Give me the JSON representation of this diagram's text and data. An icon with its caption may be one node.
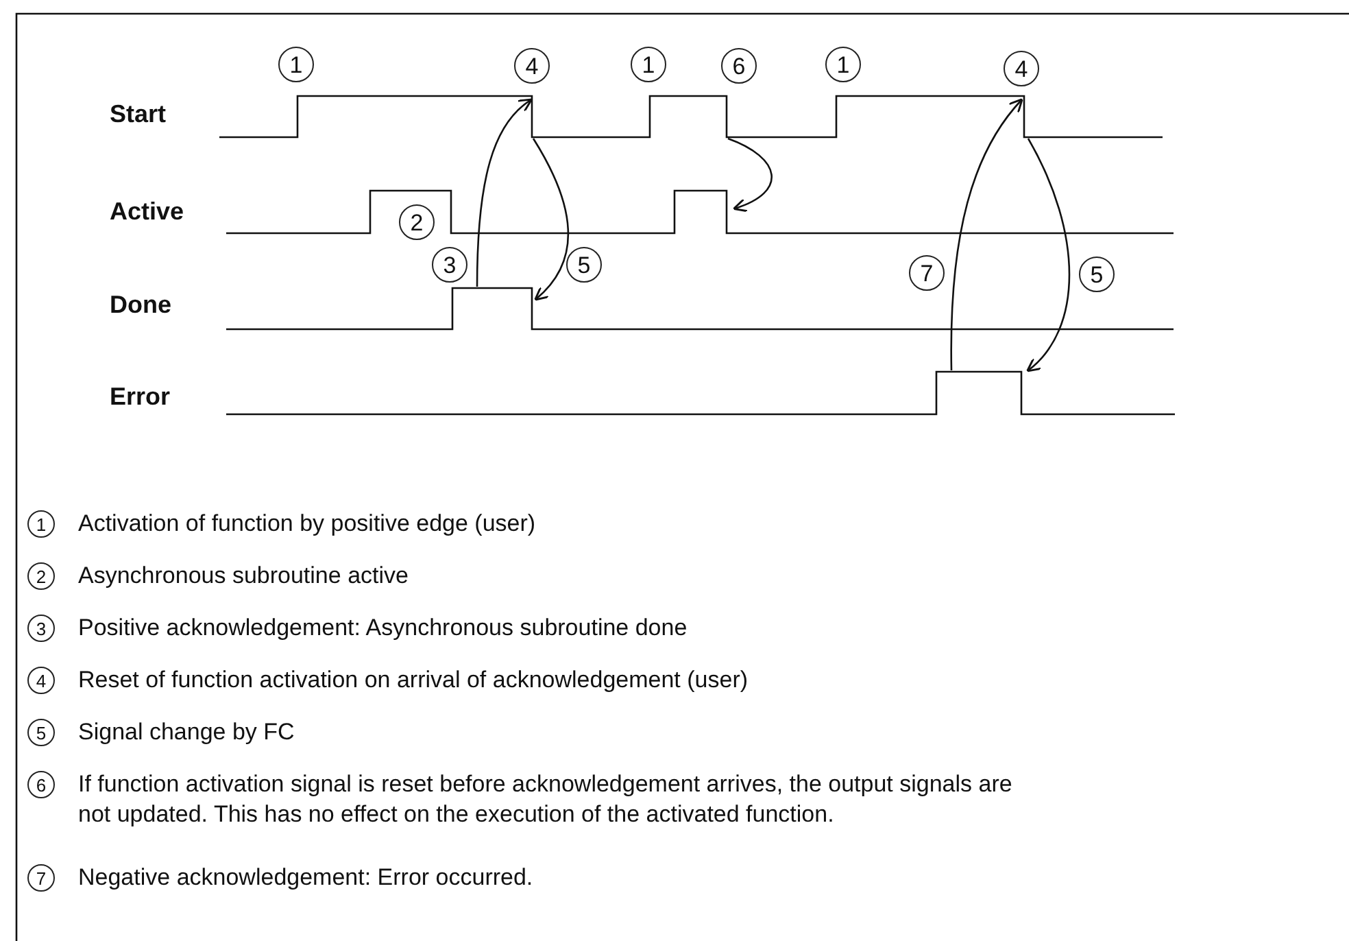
{
  "diagram": {
    "labels": [
      "1",
      "4",
      "1",
      "6",
      "1",
      "4",
      "Start",
      "Active",
      "2",
      "3",
      "5",
      "7",
      "5",
      "Done",
      "Error",
      "1",
      "Activation of function by positive edge (user)",
      "2",
      "Asynchronous subroutine active",
      "3",
      "Positive acknowledgement: Asynchronous subroutine done",
      "4",
      "Reset of function activation on arrival of acknowledgement (user)",
      "5",
      "Signal change by FC",
      "6",
      "If function activation signal is reset before acknowledgement arrives, the output signals are not updated. This has no effect on the execution of the activated function.",
      "7",
      "Negative acknowledgement: Error occurred."
    ]
  }
}
